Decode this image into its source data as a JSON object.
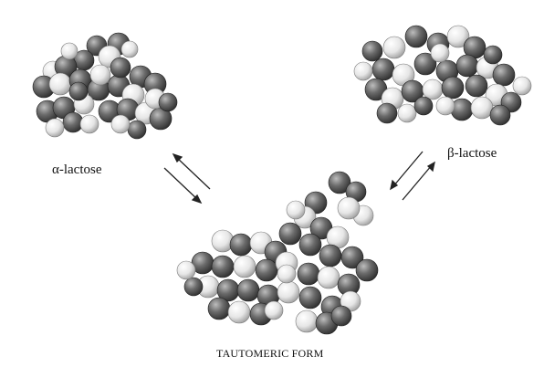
{
  "labels": {
    "alpha": "α-lactose",
    "beta": "β-lactose",
    "tautomeric": "TAUTOMERIC FORM"
  },
  "colors": {
    "dark_atom": "#555555",
    "light_atom": "#e8e8e8",
    "arrow": "#222222"
  }
}
